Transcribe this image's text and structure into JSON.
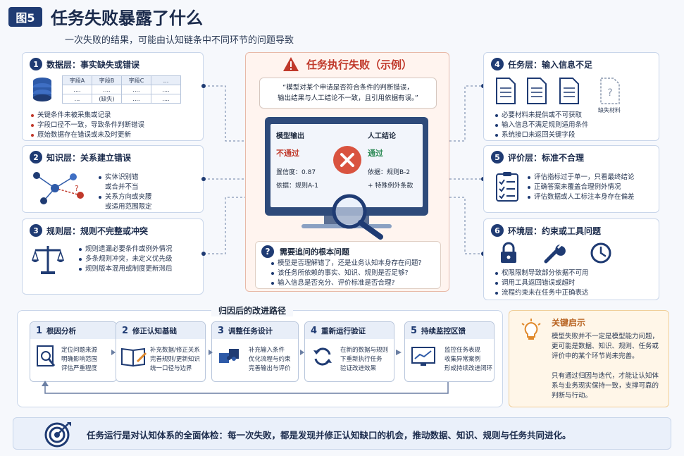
{
  "header": {
    "fig_label": "图5",
    "title": "任务失败暴露了什么",
    "subtitle": "一次失败的结果，可能由认知链条中不同环节的问题导致"
  },
  "left_layers": [
    {
      "num": "1",
      "title": "数据层：事实缺失或错误",
      "table": {
        "header": [
          "字段A",
          "字段B",
          "字段C",
          "..."
        ],
        "row1": [
          "....",
          "....",
          "....",
          "...."
        ],
        "row2": [
          "...",
          "(缺失)",
          "....",
          "...."
        ]
      },
      "bullets": [
        {
          "text": "关键条件未被采集或记录"
        },
        {
          "text": "字段口径不一致，导致条件判断错误"
        },
        {
          "text": "原始数据存在错误或未及时更新"
        }
      ]
    },
    {
      "num": "2",
      "title": "知识层：关系建立错误",
      "bullets": [
        {
          "text": "实体识别错"
        },
        {
          "text": "或合并不当"
        },
        {
          "text": "关系方向或夹腰"
        },
        {
          "text": "或适用范围限定"
        }
      ]
    },
    {
      "num": "3",
      "title": "规则层：规则不完整或冲突",
      "bullets": [
        {
          "text": "规则遗漏必要条件或例外情况"
        },
        {
          "text": "多条规则冲突，未定义优先级"
        },
        {
          "text": "规则版本混用或制度更新滞后"
        }
      ]
    }
  ],
  "right_layers": [
    {
      "num": "4",
      "title": "任务层：输入信息不足",
      "missing_label": "缺失材料",
      "bullets": [
        {
          "text": "必要材料未提供或不可获取"
        },
        {
          "text": "输入信息不满足规则适用条件"
        },
        {
          "text": "系统接口未返回关键字段"
        }
      ]
    },
    {
      "num": "5",
      "title": "评价层：标准不合理",
      "bullets": [
        {
          "text": "评估指标过于单一，只看最终结论"
        },
        {
          "text": "正确答案未覆盖合理例外情况"
        },
        {
          "text": "评估数据或人工标注本身存在偏差"
        }
      ]
    },
    {
      "num": "6",
      "title": "环境层：约束或工具问题",
      "bullets": [
        {
          "text": "权限限制导致部分依据不可用"
        },
        {
          "text": "调用工具返回错误或超时"
        },
        {
          "text": "流程约束未在任务中正确表达"
        }
      ]
    }
  ],
  "center": {
    "title": "任务执行失败（示例）",
    "quote_line1": "“模型对某个申请是否符合条件的判断错误，",
    "quote_line2": "输出结果与人工结论不一致，且引用依据有误。”",
    "model": {
      "label": "模型输出",
      "verdict": "不通过",
      "confidence": "置信度：0.87",
      "basis": "依据：规则A-1"
    },
    "human": {
      "label": "人工结论",
      "verdict": "通过",
      "basis": "依据：规则B-2",
      "extra": "+ 特殊例外条款"
    },
    "root": {
      "title": "需要追问的根本问题",
      "items": [
        "模型是否理解错了，还是业务认知本身存在问题?",
        "该任务所依赖的事实、知识、规则是否足够?",
        "输入信息是否充分、评价标准是否合理?"
      ]
    }
  },
  "improvement": {
    "title": "归因后的改进路径",
    "steps": [
      {
        "num": "1",
        "title": "根因分析",
        "lines": [
          "定位问题来源",
          "明确影响范围",
          "评估严重程度"
        ]
      },
      {
        "num": "2",
        "title": "修正认知基础",
        "lines": [
          "补充数据/修正关系",
          "完善规则/更新知识",
          "统一口径与边界"
        ]
      },
      {
        "num": "3",
        "title": "调整任务设计",
        "lines": [
          "补充输入条件",
          "优化流程与约束",
          "完善输出与评价"
        ]
      },
      {
        "num": "4",
        "title": "重新运行验证",
        "lines": [
          "在新的数据与规则",
          "下重新执行任务",
          "验证改进效果"
        ]
      },
      {
        "num": "5",
        "title": "持续监控区馈",
        "lines": [
          "监控任务表现",
          "收集异常案例",
          "形成持续改进闭环"
        ]
      }
    ]
  },
  "key": {
    "title": "关键启示",
    "para1": [
      "模型失败并不一定是模型能力问题，",
      "更可能是数据、知识、规则、任务或",
      "评价中的某个环节尚未完善。"
    ],
    "para2": [
      "只有通过归因与迭代，才能让认知体",
      "系与业务现实保持一致，支撑可靠的",
      "判断与行动。"
    ]
  },
  "footer": {
    "text": "任务运行是对认知体系的全面体检：每一次失败，都是发现并修正认知缺口的机会，推动数据、知识、规则与任务共同进化。"
  },
  "colors": {
    "navy": "#1f3b73",
    "alert_red": "#c0392b",
    "success_green": "#2e8b57",
    "center_bg": "#fff4ef",
    "key_bg": "#fff6e8"
  }
}
